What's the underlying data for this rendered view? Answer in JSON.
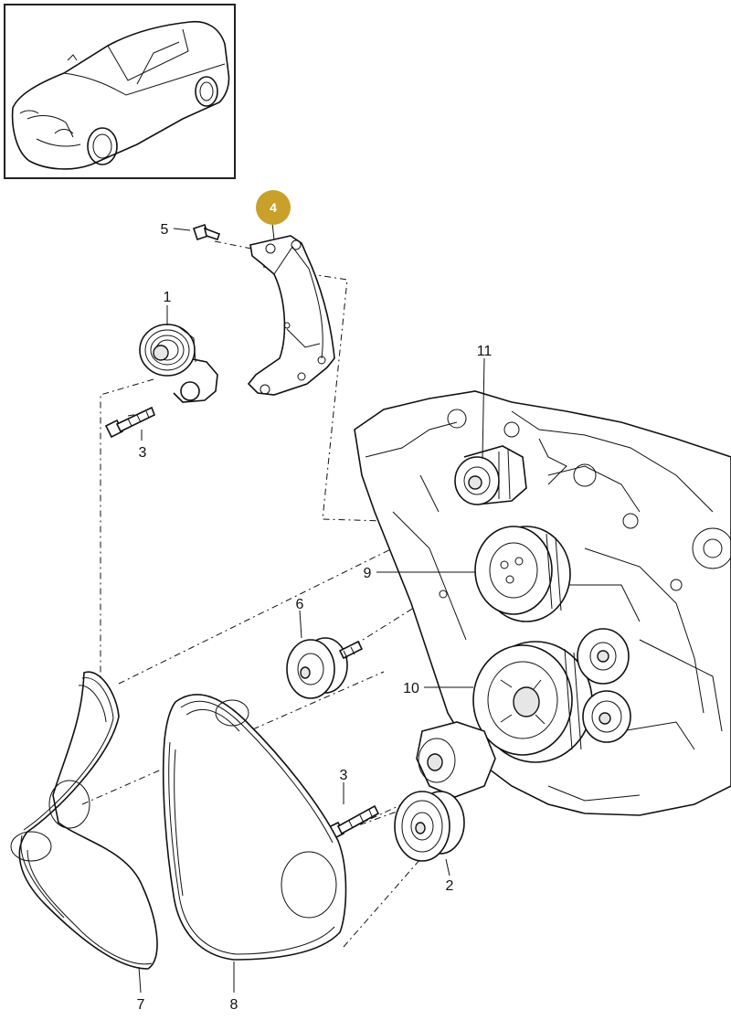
{
  "highlight_color": "#c8a02a",
  "callouts": {
    "c1": "1",
    "c2": "2",
    "c3a": "3",
    "c3b": "3",
    "c4": "4",
    "c5": "5",
    "c6": "6",
    "c7": "7",
    "c8": "8",
    "c9": "9",
    "c10": "10",
    "c11": "11"
  },
  "icons": {
    "thumbnail": "vehicle-thumbnail-icon"
  }
}
